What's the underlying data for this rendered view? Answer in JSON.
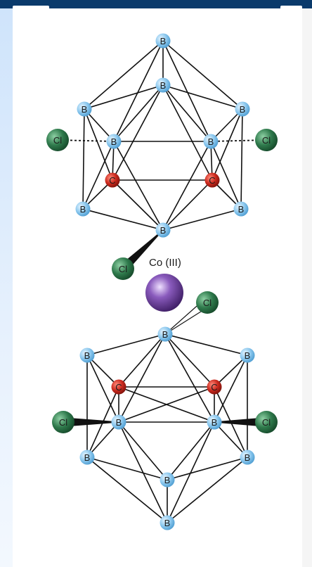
{
  "metal_label": "Co (III)",
  "element_labels": {
    "boron": "B",
    "carbon": "C",
    "chlorine": "Cl"
  },
  "colors": {
    "boron": "#8cc8ee",
    "carbon": "#cc2a1e",
    "chlorine": "#2f7a4c",
    "cobalt": "#6a3d96",
    "bond": "#111111",
    "header": "#0a3a6b"
  }
}
